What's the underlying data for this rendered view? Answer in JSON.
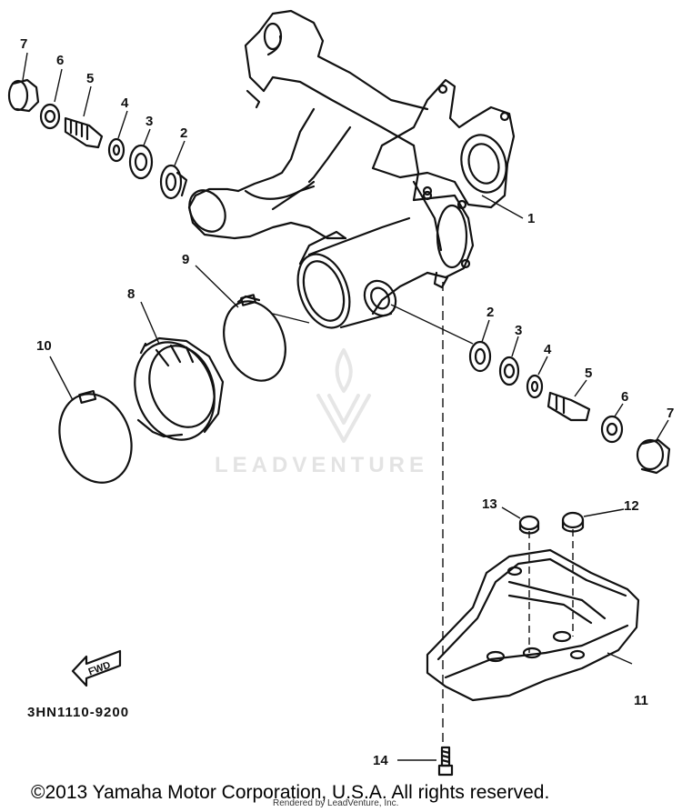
{
  "callouts": {
    "c1": "1",
    "c2a": "2",
    "c2b": "2",
    "c3a": "3",
    "c3b": "3",
    "c4a": "4",
    "c4b": "4",
    "c5a": "5",
    "c5b": "5",
    "c6a": "6",
    "c6b": "6",
    "c7a": "7",
    "c7b": "7",
    "c8": "8",
    "c9": "9",
    "c10": "10",
    "c11": "11",
    "c12": "12",
    "c13": "13",
    "c14": "14"
  },
  "fwd_label": "FWD",
  "part_number": "3HN1110-9200",
  "watermark": "LEADVENTURE",
  "copyright": "©2013 Yamaha Motor Corporation, U.S.A. All rights reserved.",
  "rendered_by": "Rendered by LeadVenture, Inc.",
  "colors": {
    "line": "#111111",
    "watermark": "#e3e3e3"
  }
}
